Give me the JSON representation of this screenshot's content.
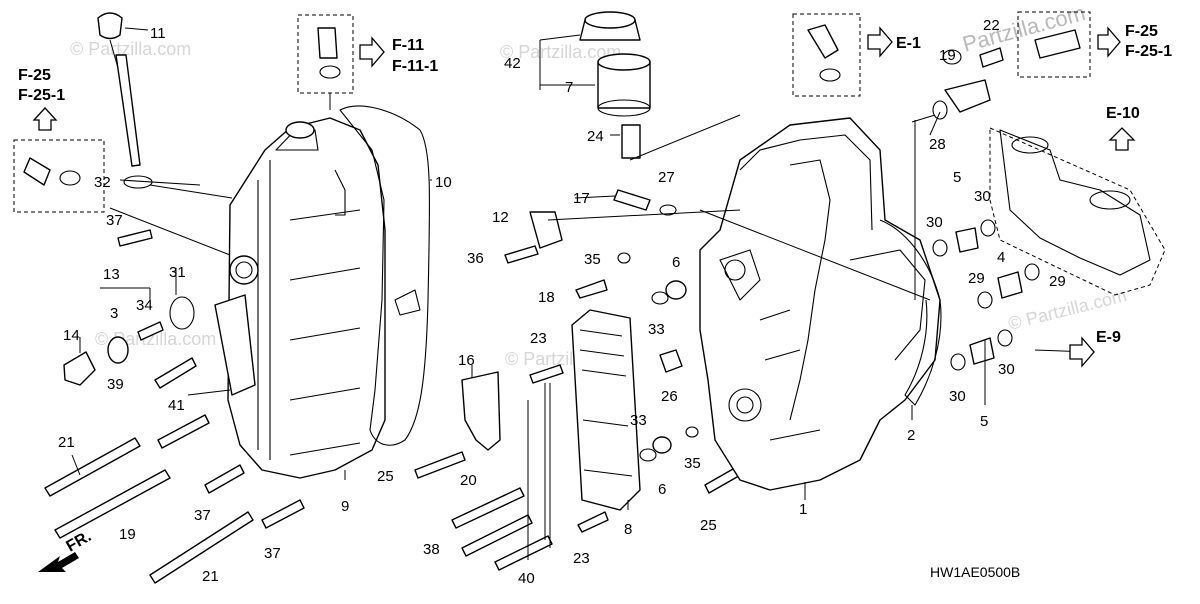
{
  "diagram": {
    "part_labels": [
      "1",
      "2",
      "3",
      "4",
      "5",
      "5",
      "6",
      "6",
      "7",
      "8",
      "9",
      "10",
      "11",
      "12",
      "13",
      "14",
      "16",
      "17",
      "18",
      "19",
      "20",
      "21",
      "21",
      "22",
      "23",
      "23",
      "24",
      "25",
      "25",
      "26",
      "27",
      "28",
      "29",
      "29",
      "30",
      "30",
      "30",
      "30",
      "31",
      "32",
      "33",
      "33",
      "34",
      "35",
      "35",
      "36",
      "37",
      "37",
      "37",
      "38",
      "39",
      "40",
      "41",
      "42",
      "19"
    ],
    "refs": {
      "f25_left": [
        "F-25",
        "F-25-1"
      ],
      "f11": [
        "F-11",
        "F-11-1"
      ],
      "e1": "E-1",
      "f25_right": [
        "F-25",
        "F-25-1"
      ],
      "e10": "E-10",
      "e9": "E-9",
      "fr": "FR."
    },
    "watermarks": [
      "© Partzilla.com",
      "© Partzilla.com",
      "© Partzilla.com",
      "© Partzilla.com",
      "© Partzilla.com"
    ],
    "brand": "Partzilla.com",
    "drawing_code": "HW1AE0500B"
  }
}
